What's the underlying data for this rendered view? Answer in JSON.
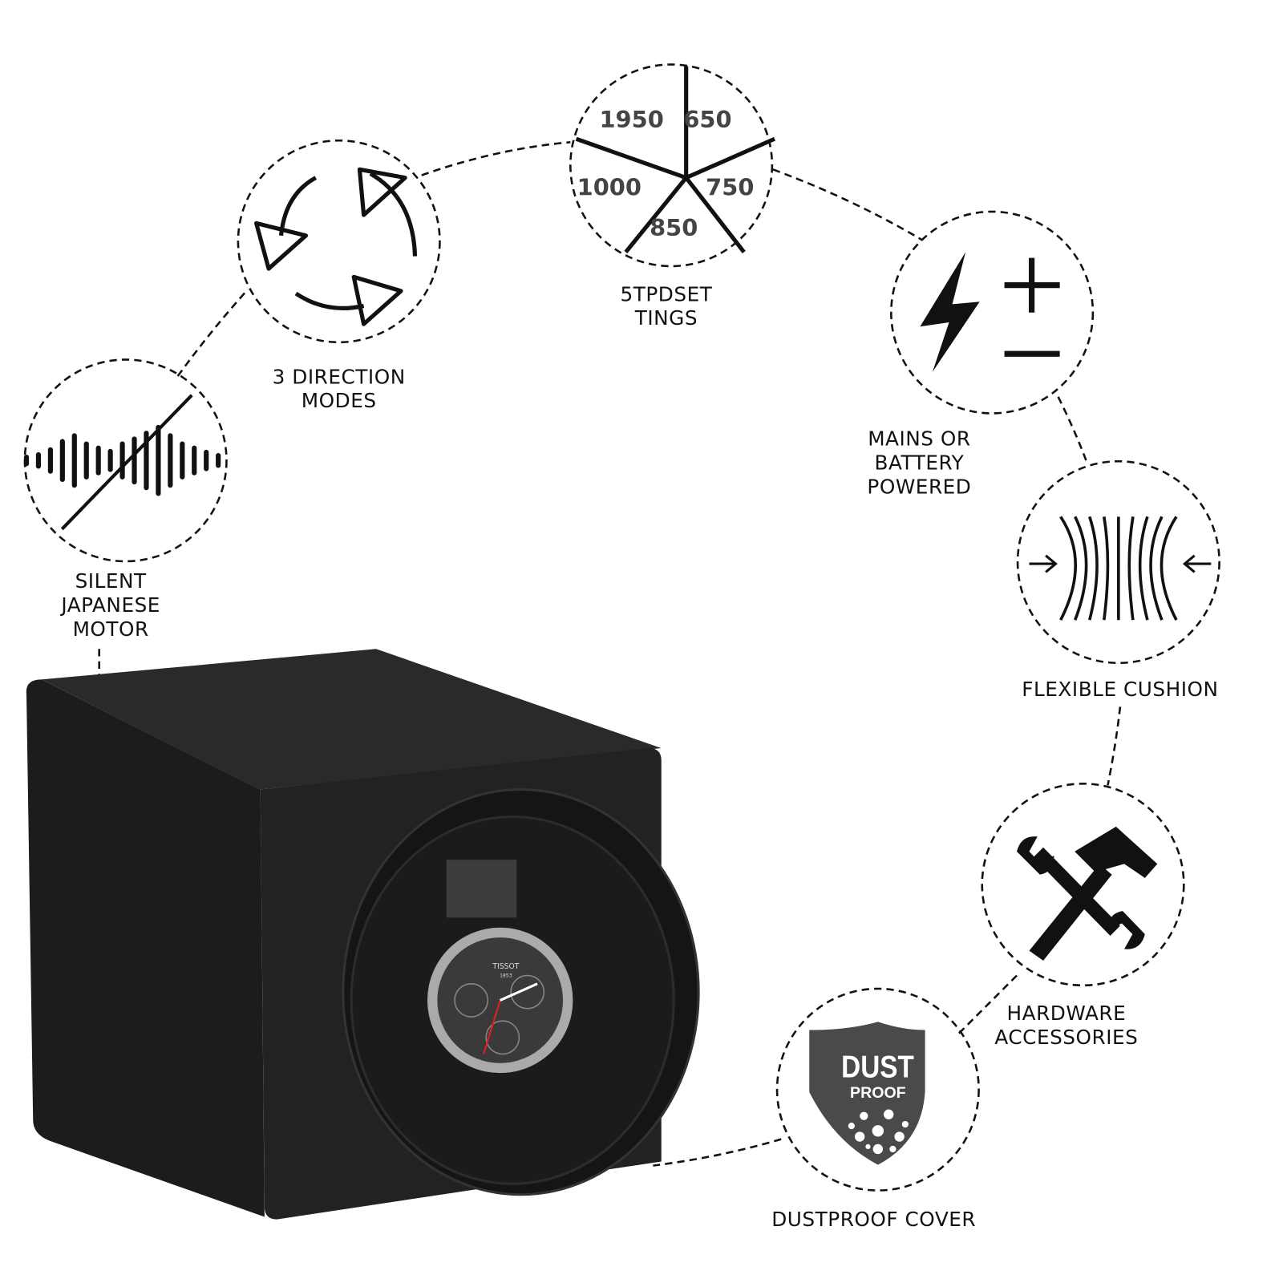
{
  "features": [
    {
      "id": "silent-motor",
      "label_lines": [
        "SILENT",
        "JAPANESE",
        "MOTOR"
      ],
      "icon": "sound-wave-muted-icon"
    },
    {
      "id": "direction-modes",
      "label_lines": [
        "3 DIRECTION",
        "MODES"
      ],
      "icon": "rotation-arrows-icon"
    },
    {
      "id": "speed-settings",
      "label_lines": [
        "5TPDSET",
        "TINGS"
      ],
      "icon": "tpd-pie-icon",
      "tpd_values": [
        "1950",
        "650",
        "750",
        "850",
        "1000"
      ]
    },
    {
      "id": "power",
      "label_lines": [
        "MAINS OR",
        "BATTERY",
        "POWERED"
      ],
      "icon": "lightning-plus-minus-icon"
    },
    {
      "id": "cushion",
      "label_lines": [
        "FLEXIBLE CUSHION"
      ],
      "icon": "flexible-cushion-icon"
    },
    {
      "id": "hardware",
      "label_lines": [
        "HARDWARE",
        "ACCESSORIES"
      ],
      "icon": "wrench-hammer-icon"
    },
    {
      "id": "dustproof",
      "label_lines": [
        "DUSTPROOF COVER"
      ],
      "icon": "dust-proof-shield-icon",
      "badge": [
        "DUST",
        "PROOF"
      ]
    }
  ],
  "watch": {
    "brand": "TISSOT",
    "year": "1853"
  },
  "colors": {
    "product": "#1a1a1a",
    "shield": "#4a4a4a",
    "line": "#111111"
  }
}
